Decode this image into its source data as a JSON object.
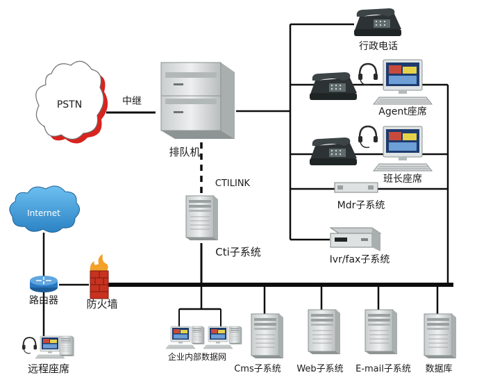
{
  "labels": {
    "pstn": "PSTN",
    "trunk": "中继",
    "acd": "排队机",
    "ctilink": "CTILINK",
    "cti": "Cti子系统",
    "admin_phone": "行政电话",
    "agent": "Agent座席",
    "supervisor": "班长座席",
    "mdr": "Mdr子系统",
    "ivr": "Ivr/fax子系统",
    "internet": "Internet",
    "router": "路由器",
    "firewall": "防火墙",
    "remote_agent": "远程座席",
    "intranet": "企业内部数据网",
    "cms": "Cms子系统",
    "web": "Web子系统",
    "email": "E-mail子系统",
    "database": "数据库"
  },
  "colors": {
    "line": "#0d0d0d",
    "cloud_shadow": "#d8241f",
    "internet_cloud": "#3a98d8",
    "server": "#dfe2e2",
    "firewall": "#c8321e"
  }
}
